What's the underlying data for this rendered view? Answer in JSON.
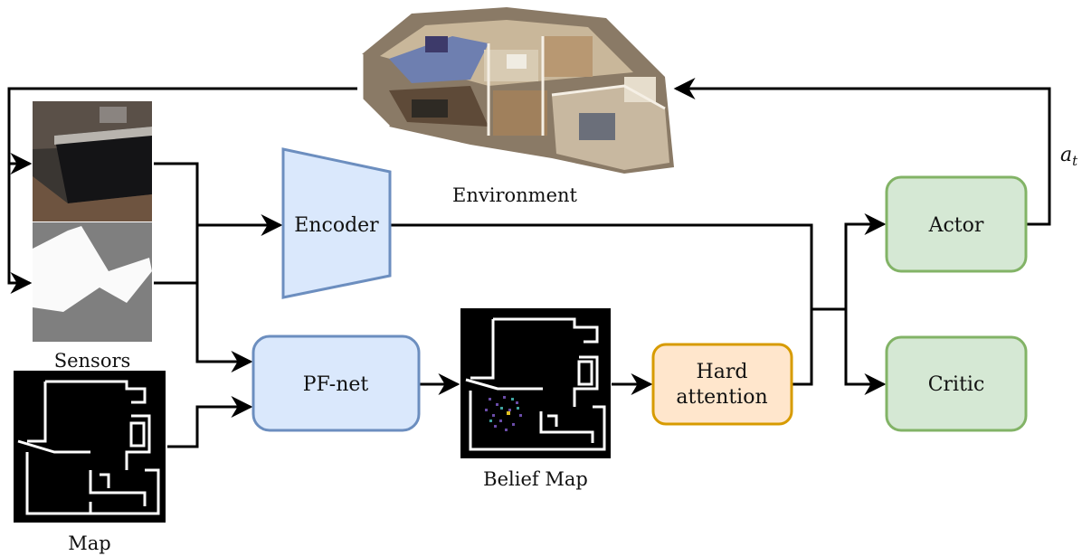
{
  "labels": {
    "environment": "Environment",
    "sensors": "Sensors",
    "map": "Map",
    "belief_map": "Belief Map",
    "action_symbol": "a",
    "action_subscript": "t"
  },
  "nodes": {
    "encoder": "Encoder",
    "pfnet": "PF-net",
    "hard_attention_line1": "Hard",
    "hard_attention_line2": "attention",
    "actor": "Actor",
    "critic": "Critic"
  },
  "colors": {
    "blue_fill": "#dae8fc",
    "blue_stroke": "#6c8ebf",
    "orange_fill": "#ffe6cc",
    "orange_stroke": "#d79b00",
    "green_fill": "#d5e8d4",
    "green_stroke": "#82b366",
    "line": "#000000"
  }
}
